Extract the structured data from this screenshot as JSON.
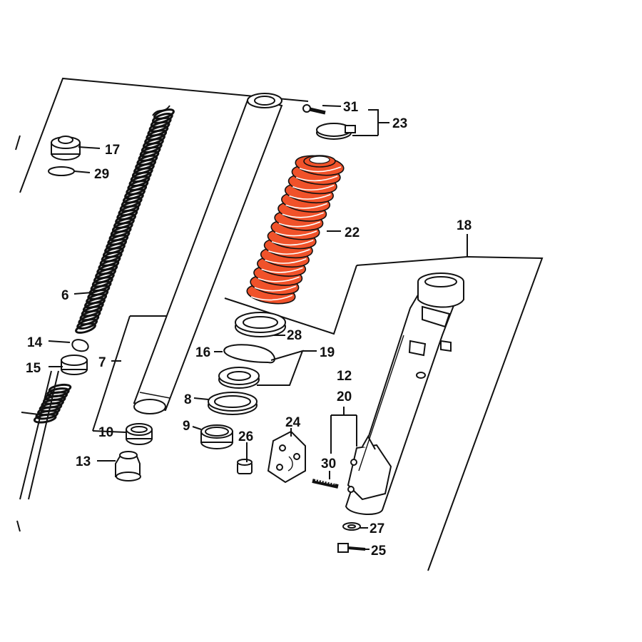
{
  "diagram": {
    "highlight_color": "#f0522a",
    "labels": {
      "p6": "6",
      "p7": "7",
      "p8": "8",
      "p9": "9",
      "p10": "10",
      "p12": "12",
      "p13": "13",
      "p14": "14",
      "p15": "15",
      "p16": "16",
      "p17": "17",
      "p18": "18",
      "p19": "19",
      "p20": "20",
      "p22": "22",
      "p23": "23",
      "p24": "24",
      "p25": "25",
      "p26": "26",
      "p27": "27",
      "p28": "28",
      "p29": "29",
      "p30": "30",
      "p31": "31"
    }
  }
}
